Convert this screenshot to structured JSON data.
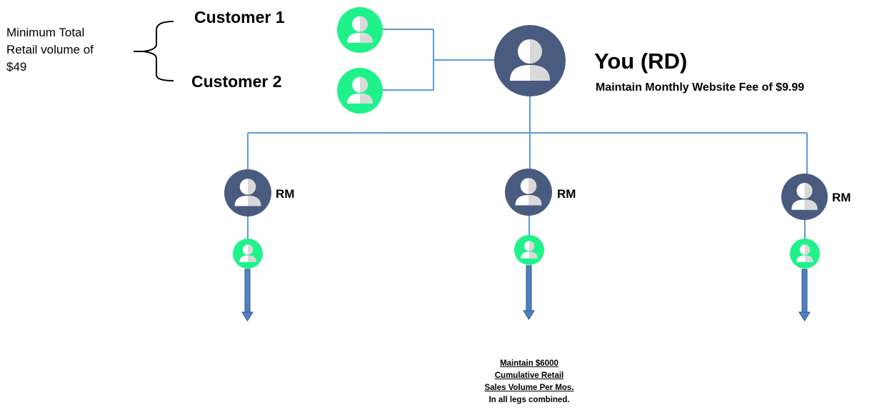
{
  "note": {
    "line1": "Minimum Total",
    "line2": "Retail volume of",
    "line3": "$49"
  },
  "customers": [
    {
      "label": "Customer 1"
    },
    {
      "label": "Customer 2"
    }
  ],
  "you": {
    "title": "You (RD)",
    "subtitle": "Maintain Monthly Website Fee of $9.99"
  },
  "legs": [
    {
      "label": "RM"
    },
    {
      "label": "RM"
    },
    {
      "label": "RM"
    }
  ],
  "requirement": {
    "line1": "Maintain $6000",
    "line2": "Cumulative  Retail",
    "line3": "Sales Volume Per Mos.",
    "line4": "In all legs combined."
  },
  "colors": {
    "dark_avatar": "#4a5b80",
    "green_avatar": "#1ff28a",
    "line": "#5b9bd5",
    "arrow": "#4f81bd"
  },
  "icons": {
    "person": "person-icon",
    "arrow": "down-arrow-icon",
    "brace": "left-brace-icon"
  }
}
